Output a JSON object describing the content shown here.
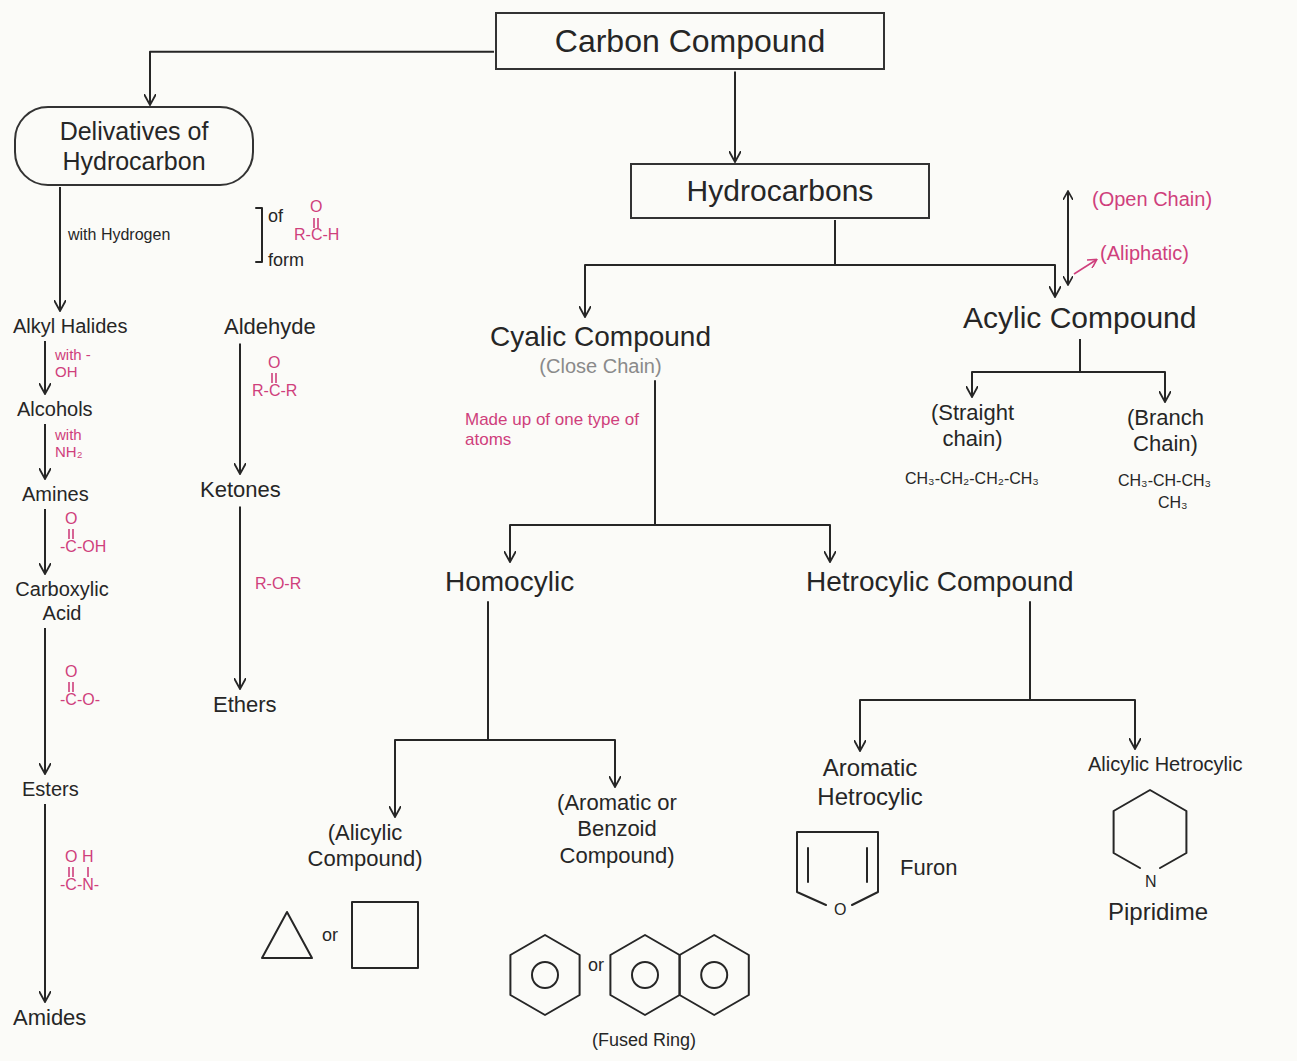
{
  "diagram": {
    "nodes": [
      {
        "text": [
          "Carbon Compound"
        ]
      },
      {
        "text": [
          "Delivatives of Hydrocarbon"
        ]
      },
      {
        "text": [
          "Hydrocarbons"
        ]
      },
      {
        "text": [
          "Alkyl Halides"
        ]
      },
      {
        "text": [
          "Aldehyde"
        ]
      },
      {
        "text": [
          "Alcohols"
        ]
      },
      {
        "text": [
          "Ketones"
        ]
      },
      {
        "text": [
          "Amines"
        ]
      },
      {
        "text": [
          "Ethers"
        ]
      },
      {
        "text": [
          "Carboxylic Acid"
        ]
      },
      {
        "text": [
          "Esters"
        ]
      },
      {
        "text": [
          "Amides"
        ]
      },
      {
        "text": [
          "Cyalic Compound",
          "(Close Chain)"
        ]
      },
      {
        "text": [
          "Acylic Compound"
        ]
      },
      {
        "text": [
          "(Straight chain)"
        ]
      },
      {
        "text": [
          "(Branch Chain)"
        ]
      },
      {
        "text": [
          "Homocylic"
        ]
      },
      {
        "text": [
          "Hetrocylic Compound"
        ]
      },
      {
        "text": [
          "(Alicylic Compound)"
        ]
      },
      {
        "text": [
          "(Aromatic or Benzoid Compound)"
        ]
      },
      {
        "text": [
          "Aromatic Hetrocylic"
        ]
      },
      {
        "text": [
          "Alicylic Hetrocylic"
        ]
      }
    ],
    "edges": [
      {
        "from": 0,
        "to": 1,
        "arrow": "to"
      },
      {
        "from": 0,
        "to": 2,
        "arrow": "to"
      },
      {
        "from": 1,
        "to": 3,
        "arrow": "to",
        "label": "with Hydrogen"
      },
      {
        "from": 3,
        "to": 5,
        "arrow": "to",
        "label": "with -OH"
      },
      {
        "from": 5,
        "to": 7,
        "arrow": "to",
        "label": "with NH₂"
      },
      {
        "from": 7,
        "to": 9,
        "arrow": "to",
        "label": "-C-OH"
      },
      {
        "from": 9,
        "to": 10,
        "arrow": "to",
        "label": "-C-O-"
      },
      {
        "from": 10,
        "to": 11,
        "arrow": "to",
        "label": "-C-N-"
      },
      {
        "from": 4,
        "to": 6,
        "arrow": "to",
        "label": "R-C-R"
      },
      {
        "from": 6,
        "to": 8,
        "arrow": "to",
        "label": "R-O-R"
      },
      {
        "from": 2,
        "to": 12,
        "arrow": "to"
      },
      {
        "from": 2,
        "to": 13,
        "arrow": "to"
      },
      {
        "from": 13,
        "to": 14,
        "arrow": "to"
      },
      {
        "from": 13,
        "to": 15,
        "arrow": "to"
      },
      {
        "from": 12,
        "to": 16,
        "arrow": "to"
      },
      {
        "from": 12,
        "to": 17,
        "arrow": "to"
      },
      {
        "from": 16,
        "to": 18,
        "arrow": "to"
      },
      {
        "from": 16,
        "to": 19,
        "arrow": "to"
      },
      {
        "from": 17,
        "to": 20,
        "arrow": "to"
      },
      {
        "from": 17,
        "to": 21,
        "arrow": "to"
      }
    ],
    "labels": [
      "of",
      "O",
      "R-C-H",
      "form",
      "O",
      "O",
      "O",
      "H",
      "O",
      "(Open Chain)",
      "(Aliphatic)",
      "Made up of one type of atoms",
      "CH₃-CH₂-CH₂-CH₃",
      "CH₃-CH-CH₃",
      "CH₃",
      "or",
      "or",
      "(Fused Ring)",
      "O",
      "Furon",
      "N",
      "Pipridime"
    ]
  }
}
